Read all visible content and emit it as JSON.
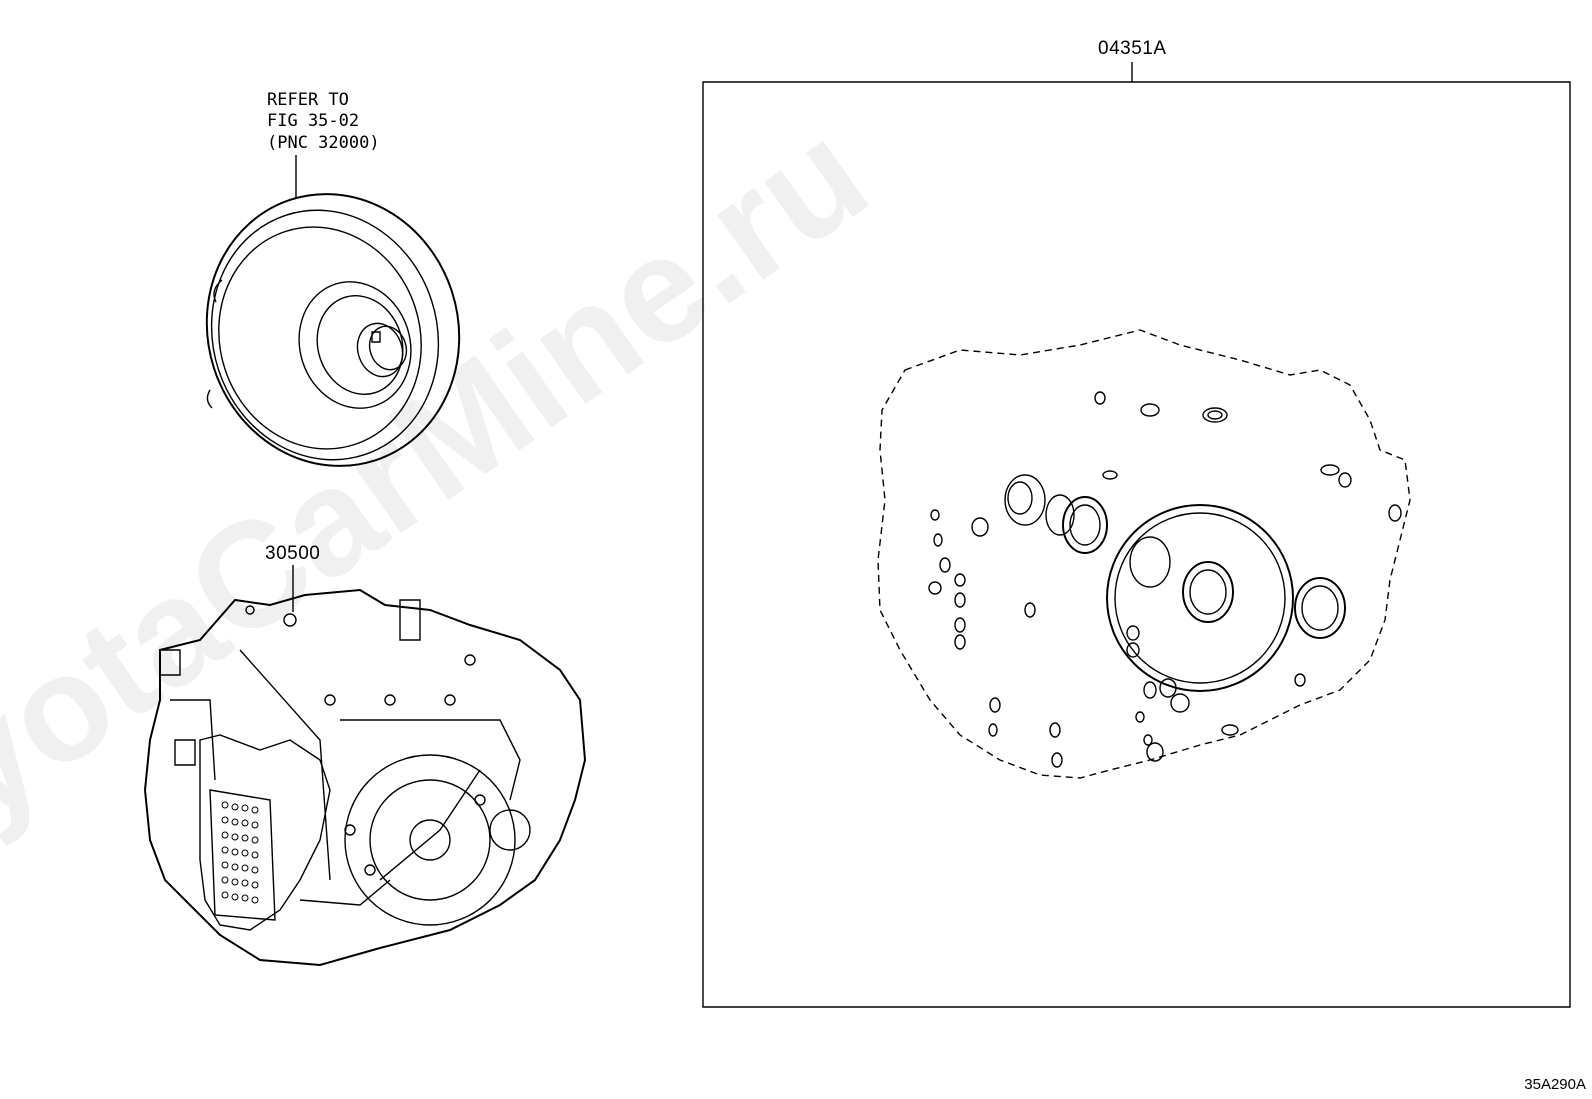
{
  "torque_converter": {
    "note_line1": "REFER TO",
    "note_line2": "FIG 35-02",
    "note_line3": "(PNC 32000)"
  },
  "transaxle": {
    "part_number": "30500"
  },
  "gasket_kit": {
    "part_number": "04351A"
  },
  "figure_id": "35A290A",
  "watermark": "ToyotaCarMine.ru",
  "colors": {
    "line": "#000000",
    "background": "#ffffff",
    "watermark": "#f0f0f0"
  }
}
